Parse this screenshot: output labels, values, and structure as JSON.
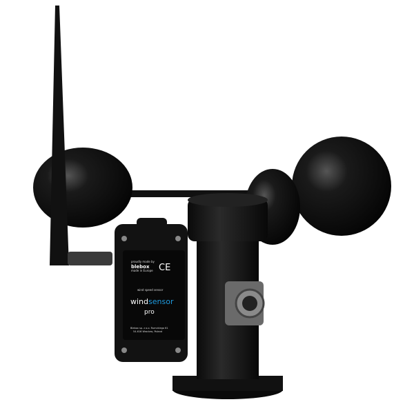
{
  "product": {
    "brand_tagline": "proudly made by",
    "brand": "blebox",
    "origin": "made in Europe",
    "certification": "CE",
    "device_type": "wind speed sensor",
    "product_name_part1": "wind",
    "product_name_part2": "sensor",
    "product_name_line2": "pro",
    "address_line1": "Blebox sp. z o.o. Rumckiego 61",
    "address_line2": "54-616 Wroclaw, Poland"
  },
  "colors": {
    "body": "#151515",
    "accent": "#1e9be0"
  }
}
